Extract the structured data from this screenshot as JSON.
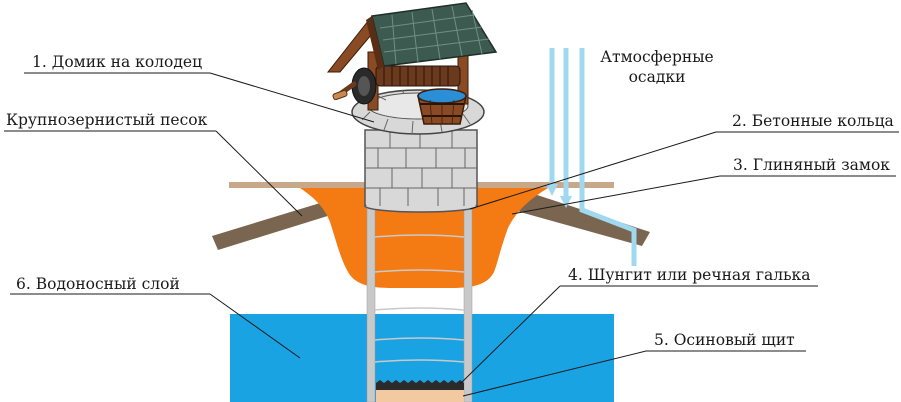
{
  "labels": {
    "house": "1. Домик на колодец",
    "sand": "Крупнозернистый песок",
    "rings": "2. Бетонные кольца",
    "clay_lock": "3. Глиняный замок",
    "shungite": "4. Шунгит или речная галька",
    "aquifer": "6. Водоносный слой",
    "aspen_shield": "5. Осиновый щит",
    "precipitation_line1": "Атмосферные",
    "precipitation_line2": "осадки"
  },
  "colors": {
    "ground_line": "#c8a888",
    "clay": "#f47a14",
    "water": "#1aa3e3",
    "precipitation": "#9fd8ef",
    "pipe": "#7a6650",
    "roof": "#3d5a50",
    "wood": "#8a4a24",
    "concrete": "#d8d8d8",
    "bucket_water": "#2a8fd6",
    "shaft": "#c9c9c9"
  },
  "icons": {
    "roof": "shingled-roof",
    "crank": "windlass-crank",
    "bucket": "wooden-bucket"
  }
}
